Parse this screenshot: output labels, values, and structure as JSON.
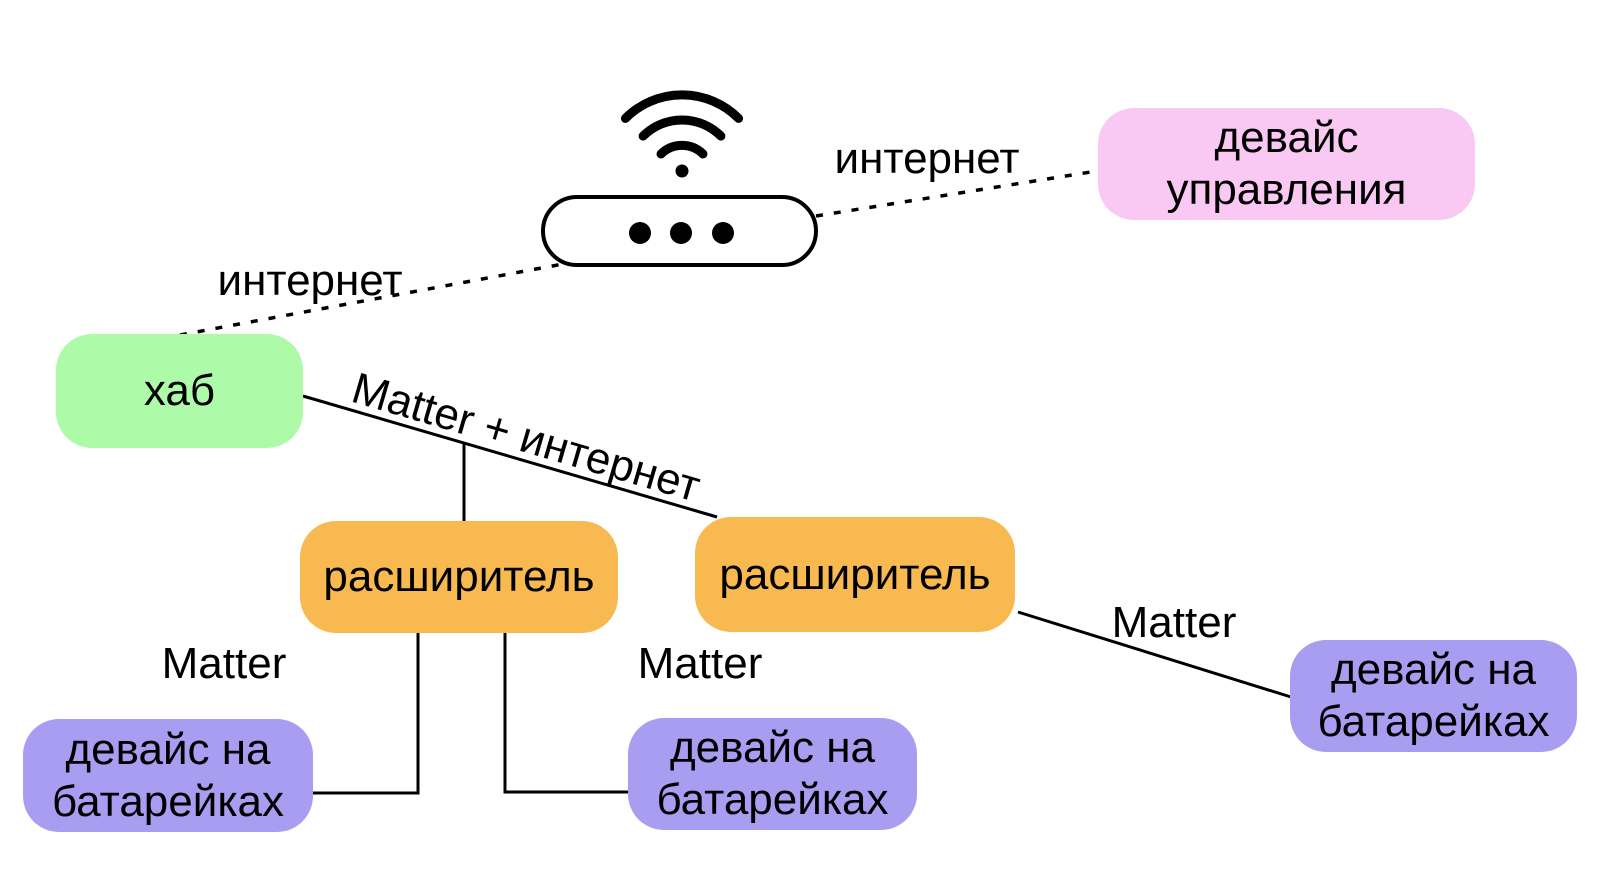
{
  "diagram": {
    "title_hint": "Matter smart home network topology",
    "background_color": "#ffffff",
    "line_color": "#000000",
    "text_color": "#000000",
    "nodes": {
      "router": {
        "icon": "wifi-router-icon"
      },
      "hub": {
        "label": "хаб",
        "color": "#adfba8"
      },
      "control_device": {
        "label": "девайс\nуправления",
        "color": "#fac9f3"
      },
      "extender_left": {
        "label": "расширитель",
        "color": "#f8ba50"
      },
      "extender_right": {
        "label": "расширитель",
        "color": "#f8ba50"
      },
      "battery_device_left": {
        "label": "девайс на\nбатарейках",
        "color": "#a99df1"
      },
      "battery_device_middle": {
        "label": "девайс на\nбатарейках",
        "color": "#a99df1"
      },
      "battery_device_right": {
        "label": "девайс на\nбатарейках",
        "color": "#a99df1"
      }
    },
    "edges": {
      "internet_left": {
        "label": "интернет",
        "style": "dotted",
        "from": "hub",
        "to": "router"
      },
      "internet_right": {
        "label": "интернет",
        "style": "dotted",
        "from": "router",
        "to": "control_device"
      },
      "matter_internet": {
        "label": "Matter + интернет",
        "style": "solid",
        "from": "hub",
        "to": "extender_right"
      },
      "matter_left": {
        "label": "Matter",
        "style": "solid",
        "from": "extender_left",
        "to": "battery_device_left"
      },
      "matter_middle": {
        "label": "Matter",
        "style": "solid",
        "from": "extender_left",
        "to": "battery_device_middle"
      },
      "matter_right": {
        "label": "Matter",
        "style": "solid",
        "from": "extender_right",
        "to": "battery_device_right"
      }
    }
  }
}
